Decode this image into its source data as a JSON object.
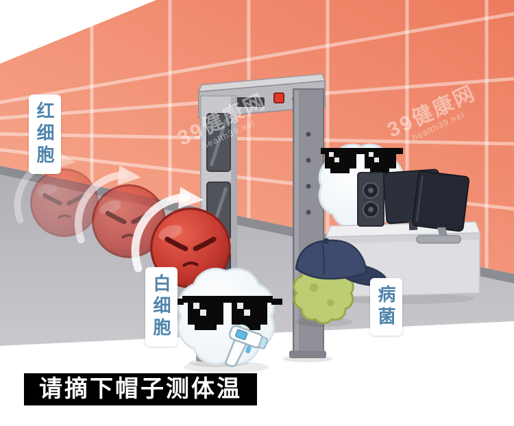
{
  "caption": "请摘下帽子测体温",
  "labels": {
    "red_cell": "红细胞",
    "white_cell": "白细胞",
    "germ": "病菌"
  },
  "watermark": {
    "title": "39健康网",
    "subtitle": "health39.net"
  },
  "colors": {
    "wall": "#ED7B5E",
    "floor": "#BDBDC2",
    "skirting": "#8C8C93",
    "caption_bg": "#000000",
    "caption_text": "#FFFFFF",
    "label_text": "#4E84AB",
    "red_cell": "#C63A30",
    "white_cell": "#F7FAFC",
    "germ": "#BCCD74",
    "cap": "#3F4B6E",
    "gate_light": "#C9C9CD",
    "gate_dark": "#909098"
  }
}
